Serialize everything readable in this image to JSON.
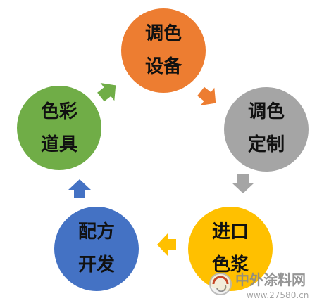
{
  "nodes": [
    {
      "id": "equipment",
      "line1": "调色",
      "line2": "设备",
      "color": "#ED7D31"
    },
    {
      "id": "custom",
      "line1": "调色",
      "line2": "定制",
      "color": "#A5A5A5"
    },
    {
      "id": "imported",
      "line1": "进口",
      "line2": "色浆",
      "color": "#FFC000"
    },
    {
      "id": "formula",
      "line1": "配方",
      "line2": "开发",
      "color": "#4472C4"
    },
    {
      "id": "props",
      "line1": "色彩",
      "line2": "道具",
      "color": "#70AD47"
    }
  ],
  "arrows": [
    {
      "from": "equipment",
      "to": "custom",
      "color": "#ED7D31"
    },
    {
      "from": "custom",
      "to": "imported",
      "color": "#A5A5A5"
    },
    {
      "from": "imported",
      "to": "formula",
      "color": "#FFC000"
    },
    {
      "from": "formula",
      "to": "props",
      "color": "#4472C4"
    },
    {
      "from": "props",
      "to": "equipment",
      "color": "#70AD47"
    }
  ],
  "watermark": {
    "name": "中外涂料网",
    "url": "www.27580.cn",
    "logo_icon": "circular-swirl-logo"
  }
}
